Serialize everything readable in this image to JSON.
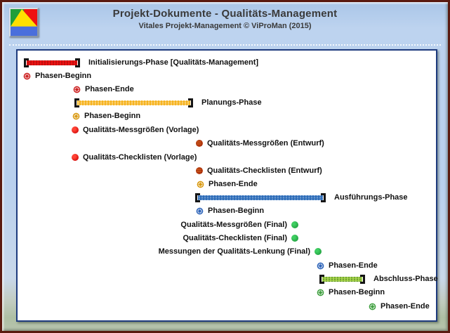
{
  "header": {
    "title": "Projekt-Dokumente - Qualitäts-Management",
    "subtitle": "Vitales Projekt-Management © ViProMan  (2015)"
  },
  "logo": {
    "name": "viproman-logo",
    "colors": {
      "green": "#1f9e3a",
      "red": "#ee1111",
      "yellow": "#ffdf00",
      "blue": "#4a6fdc"
    }
  },
  "colors": {
    "frame_border": "#5a1a10",
    "header_background": "#b9d0ee",
    "panel_border": "#1e3b7e",
    "phase_red": "#ed1414",
    "phase_yellow": "#f6b21d",
    "phase_blue": "#2d6cb8",
    "phase_green": "#a8d44e",
    "doc_red": "#d60d0d",
    "doc_orange": "#c84412",
    "doc_green": "#1f9e3e"
  },
  "timeline": {
    "items": [
      {
        "type": "phase-bar",
        "color": "red",
        "label": "Initialisierungs-Phase [Qualitäts-Management]"
      },
      {
        "type": "milestone",
        "color": "red",
        "label": "Phasen-Beginn"
      },
      {
        "type": "milestone",
        "color": "red",
        "label": "Phasen-Ende"
      },
      {
        "type": "phase-bar",
        "color": "yellow",
        "label": "Planungs-Phase"
      },
      {
        "type": "milestone",
        "color": "yellow",
        "label": "Phasen-Beginn"
      },
      {
        "type": "document",
        "color": "red",
        "label": "Qualitäts-Messgrößen (Vorlage)"
      },
      {
        "type": "document",
        "color": "orange",
        "label": "Qualitäts-Messgrößen (Entwurf)"
      },
      {
        "type": "document",
        "color": "red",
        "label": "Qualitäts-Checklisten (Vorlage)"
      },
      {
        "type": "document",
        "color": "orange",
        "label": "Qualitäts-Checklisten (Entwurf)"
      },
      {
        "type": "milestone",
        "color": "yellow",
        "label": "Phasen-Ende"
      },
      {
        "type": "phase-bar",
        "color": "blue",
        "label": "Ausführungs-Phase"
      },
      {
        "type": "milestone",
        "color": "blue",
        "label": "Phasen-Beginn"
      },
      {
        "type": "document",
        "color": "green",
        "icon_side": "right",
        "label": "Qualitäts-Messgrößen (Final)"
      },
      {
        "type": "document",
        "color": "green",
        "icon_side": "right",
        "label": "Qualitäts-Checklisten (Final)"
      },
      {
        "type": "document",
        "color": "green",
        "icon_side": "right",
        "label": "Messungen der Qualitäts-Lenkung (Final)"
      },
      {
        "type": "milestone",
        "color": "blue",
        "label": "Phasen-Ende"
      },
      {
        "type": "phase-bar",
        "color": "green",
        "label": "Abschluss-Phase"
      },
      {
        "type": "milestone",
        "color": "green",
        "label": "Phasen-Beginn"
      },
      {
        "type": "milestone",
        "color": "green",
        "label": "Phasen-Ende"
      }
    ]
  }
}
